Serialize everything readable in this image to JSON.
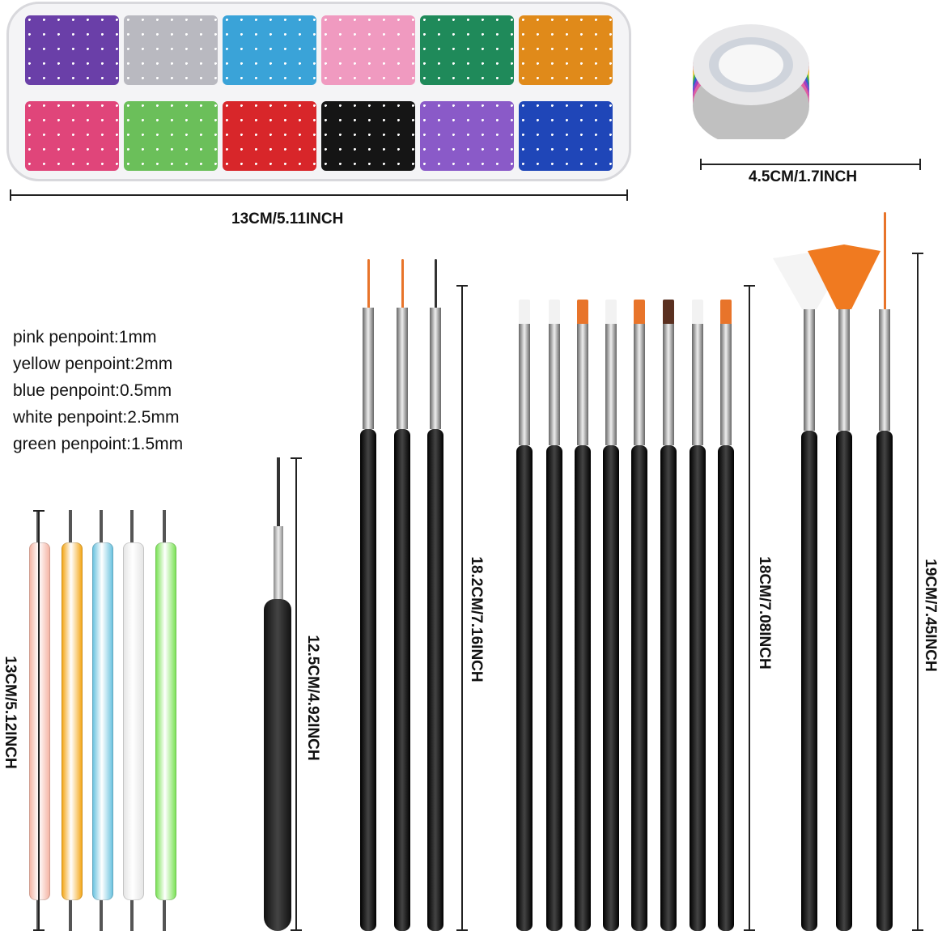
{
  "tray": {
    "label": "13CM/5.11INCH",
    "top_row_colors": [
      "#6a3fa8",
      "#b9b9c0",
      "#3aa3d8",
      "#f09ac0",
      "#1f8a5a",
      "#e08a1a"
    ],
    "bottom_row_colors": [
      "#e0457a",
      "#6bbf5a",
      "#d8262a",
      "#151515",
      "#8a5ac8",
      "#1f46b8"
    ]
  },
  "tape": {
    "label": "4.5CM/1.7INCH",
    "stripe_colors": [
      "#e43a3a",
      "#f0a030",
      "#e8d040",
      "#40b050",
      "#3060d0",
      "#a040c0",
      "#e060a0",
      "#c0c0c0"
    ]
  },
  "penpoint_specs": [
    "pink penpoint:1mm",
    "yellow penpoint:2mm",
    "blue penpoint:0.5mm",
    "white penpoint:2.5mm",
    "green penpoint:1.5mm"
  ],
  "dotting_pens": {
    "label": "13CM/5.12INCH",
    "colors": [
      "#f5b6a6",
      "#f4a81c",
      "#6ec4e0",
      "#e6e6e6",
      "#7ee35a"
    ]
  },
  "single_brush": {
    "label": "12.5CM/4.92INCH"
  },
  "liner_brushes": {
    "label": "18.2CM/7.16INCH"
  },
  "flat_brushes": {
    "label": "18CM/7.08INCH"
  },
  "fan_brushes": {
    "label": "19CM/7.45INCH"
  }
}
